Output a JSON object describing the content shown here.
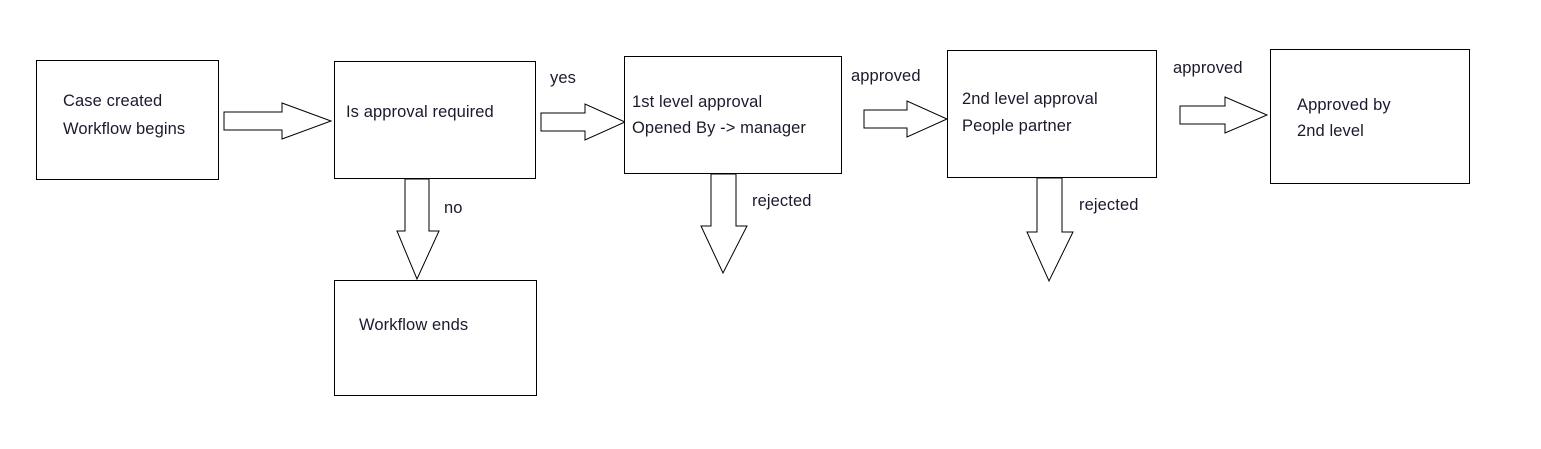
{
  "diagram": {
    "title": "Case approval workflow",
    "colors": {
      "background": "#ffffff",
      "stroke": "#000000",
      "text": "#1a1a2e"
    },
    "nodes": [
      {
        "id": "case-created",
        "lines": [
          "Case created",
          "Workflow begins"
        ]
      },
      {
        "id": "is-approval-required",
        "lines": [
          "Is approval required"
        ]
      },
      {
        "id": "first-level-approval",
        "lines": [
          "1st level approval",
          "Opened By -> manager"
        ]
      },
      {
        "id": "second-level-approval",
        "lines": [
          "2nd level approval",
          "People partner"
        ]
      },
      {
        "id": "approved-by-2nd-level",
        "lines": [
          "Approved by",
          "2nd level"
        ]
      },
      {
        "id": "workflow-ends",
        "lines": [
          "Workflow ends"
        ]
      }
    ],
    "edges": [
      {
        "id": "created-to-decision",
        "label": "",
        "direction": "right"
      },
      {
        "id": "decision-to-first-level",
        "label": "yes",
        "direction": "right"
      },
      {
        "id": "decision-to-workflow-ends",
        "label": "no",
        "direction": "down"
      },
      {
        "id": "first-to-second-level",
        "label": "approved",
        "direction": "right"
      },
      {
        "id": "first-level-rejected",
        "label": "rejected",
        "direction": "down"
      },
      {
        "id": "second-level-to-approved",
        "label": "approved",
        "direction": "right"
      },
      {
        "id": "second-level-rejected",
        "label": "rejected",
        "direction": "down"
      }
    ]
  },
  "text": {
    "node1_line1": "Case created",
    "node1_line2": "Workflow begins",
    "node2_line1": "Is approval required",
    "node3_line1": "1st level approval",
    "node3_line2": "Opened By -> manager",
    "node4_line1": "2nd level approval",
    "node4_line2": "People partner",
    "node5_line1": "Approved by",
    "node5_line2": "2nd level",
    "node6_line1": "Workflow ends",
    "label_yes": "yes",
    "label_no": "no",
    "label_approved_1": "approved",
    "label_approved_2": "approved",
    "label_rejected_1": "rejected",
    "label_rejected_2": "rejected"
  }
}
